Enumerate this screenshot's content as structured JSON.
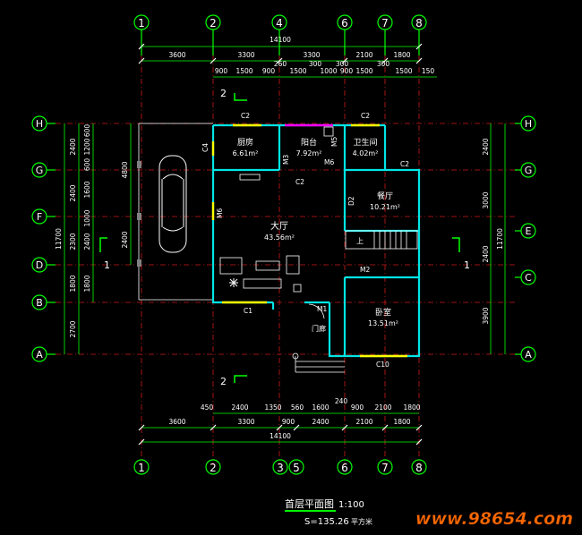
{
  "axes_top": [
    "1",
    "2",
    "4",
    "6",
    "7",
    "8"
  ],
  "axes_bottom": [
    "1",
    "2",
    "3",
    "5",
    "6",
    "7",
    "8"
  ],
  "axes_left": [
    "H",
    "G",
    "F",
    "D",
    "B",
    "A"
  ],
  "axes_right": [
    "H",
    "G",
    "E",
    "C",
    "A"
  ],
  "dims_top_total": "14100",
  "dims_top_main": [
    "3600",
    "3300",
    "3300",
    "2100",
    "1800"
  ],
  "dims_top_detail": [
    "900",
    "1500",
    "900",
    "260",
    "1500",
    "300",
    "1000",
    "300",
    "1500",
    "300",
    "1500",
    "150"
  ],
  "dims_top_detail_extra": "900",
  "dims_bottom_detail": [
    "450",
    "2400",
    "1350",
    "560",
    "1600",
    "240",
    "900",
    "2100",
    "1800"
  ],
  "dims_bottom_main": [
    "3600",
    "3300",
    "900",
    "2400",
    "2100",
    "1800"
  ],
  "dims_bottom_total": "14100",
  "dims_left_outer": [
    "2400",
    "2400",
    "2300",
    "1800",
    "2700"
  ],
  "dims_left_total": "11700",
  "dims_left_inner": [
    "600",
    "1200",
    "600",
    "1600",
    "1000",
    "2400",
    "1800"
  ],
  "dims_garage": [
    "4800",
    "2400"
  ],
  "dims_right_outer": [
    "2400",
    "3000",
    "2400",
    "3900"
  ],
  "dims_right_total": "11700",
  "rooms": {
    "kitchen": {
      "name": "厨房",
      "area": "6.61m²"
    },
    "balcony": {
      "name": "阳台",
      "area": "7.92m²"
    },
    "bath": {
      "name": "卫生间",
      "area": "4.02m²"
    },
    "dining": {
      "name": "餐厅",
      "area": "10.21m²"
    },
    "living": {
      "name": "大厅",
      "area": "43.56m²"
    },
    "bedroom": {
      "name": "卧室",
      "area": "13.51m²"
    },
    "porch": {
      "name": "门廊"
    }
  },
  "openings": [
    "C2",
    "C2",
    "C2",
    "C2",
    "C4",
    "M3",
    "M5",
    "M6",
    "M6",
    "D2",
    "M2",
    "M1",
    "C1",
    "C10"
  ],
  "stair_mark": "上",
  "section_marks": [
    "2",
    "2",
    "1",
    "1"
  ],
  "title": "首层平面图",
  "scale": "1:100",
  "area_total": "S=135.26",
  "area_unit": "平方米",
  "watermark": "www.98654.com",
  "colors": {
    "background": "#000000",
    "axis": "#00ff00",
    "dimension": "#ffffff",
    "wall": "#00ffff",
    "text": "#ffffff",
    "window": "#ffff00",
    "grid_line": "#ff2020",
    "watermark": "#ff6a00"
  }
}
